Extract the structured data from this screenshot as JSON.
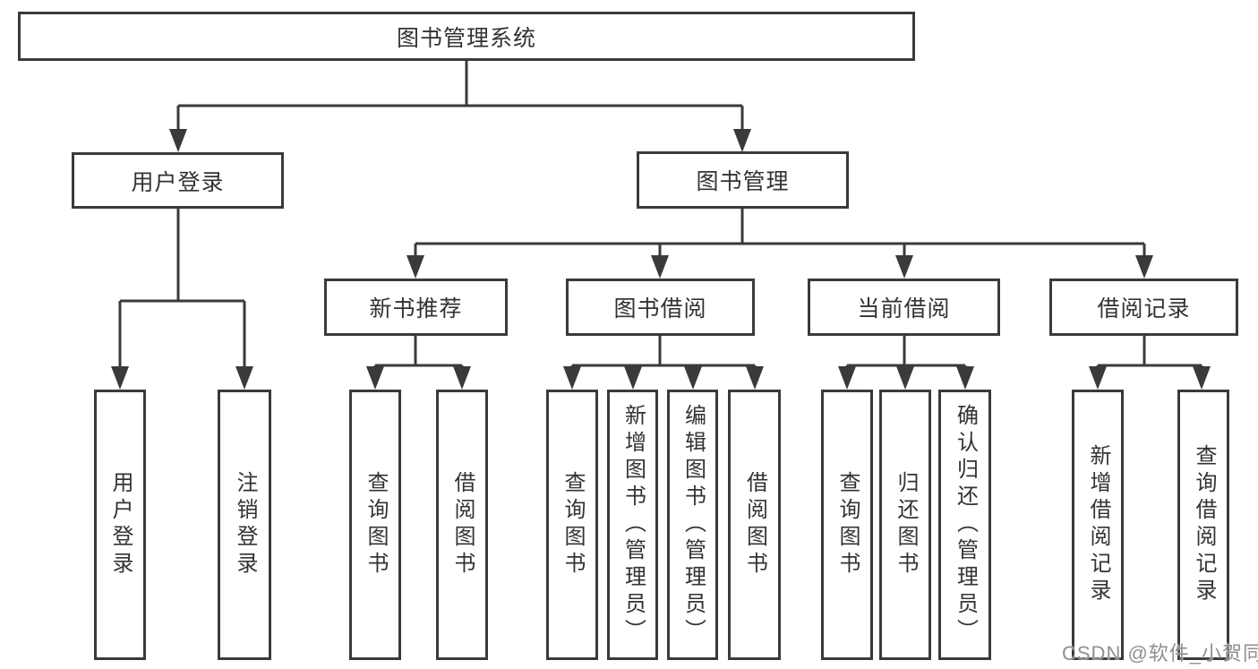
{
  "tree": {
    "root": {
      "label": "图书管理系统"
    },
    "branches": [
      {
        "label": "用户登录",
        "children": [
          {
            "label": "用户登录"
          },
          {
            "label": "注销登录"
          }
        ]
      },
      {
        "label": "图书管理",
        "sections": [
          {
            "label": "新书推荐",
            "children": [
              {
                "label": "查询图书"
              },
              {
                "label": "借阅图书"
              }
            ]
          },
          {
            "label": "图书借阅",
            "children": [
              {
                "label": "查询图书"
              },
              {
                "label": "新增图书（管理员）"
              },
              {
                "label": "编辑图书（管理员）"
              },
              {
                "label": "借阅图书"
              }
            ]
          },
          {
            "label": "当前借阅",
            "children": [
              {
                "label": "查询图书"
              },
              {
                "label": "归还图书"
              },
              {
                "label": "确认归还（管理员）"
              }
            ]
          },
          {
            "label": "借阅记录",
            "children": [
              {
                "label": "新增借阅记录"
              },
              {
                "label": "查询借阅记录"
              }
            ]
          }
        ]
      }
    ]
  },
  "watermark": {
    "text": "CSDN @软件_小贺同学"
  },
  "colors": {
    "line": "#3a3a3a",
    "text": "#333333",
    "watermark": "#8f8f8f",
    "background": "#ffffff"
  }
}
